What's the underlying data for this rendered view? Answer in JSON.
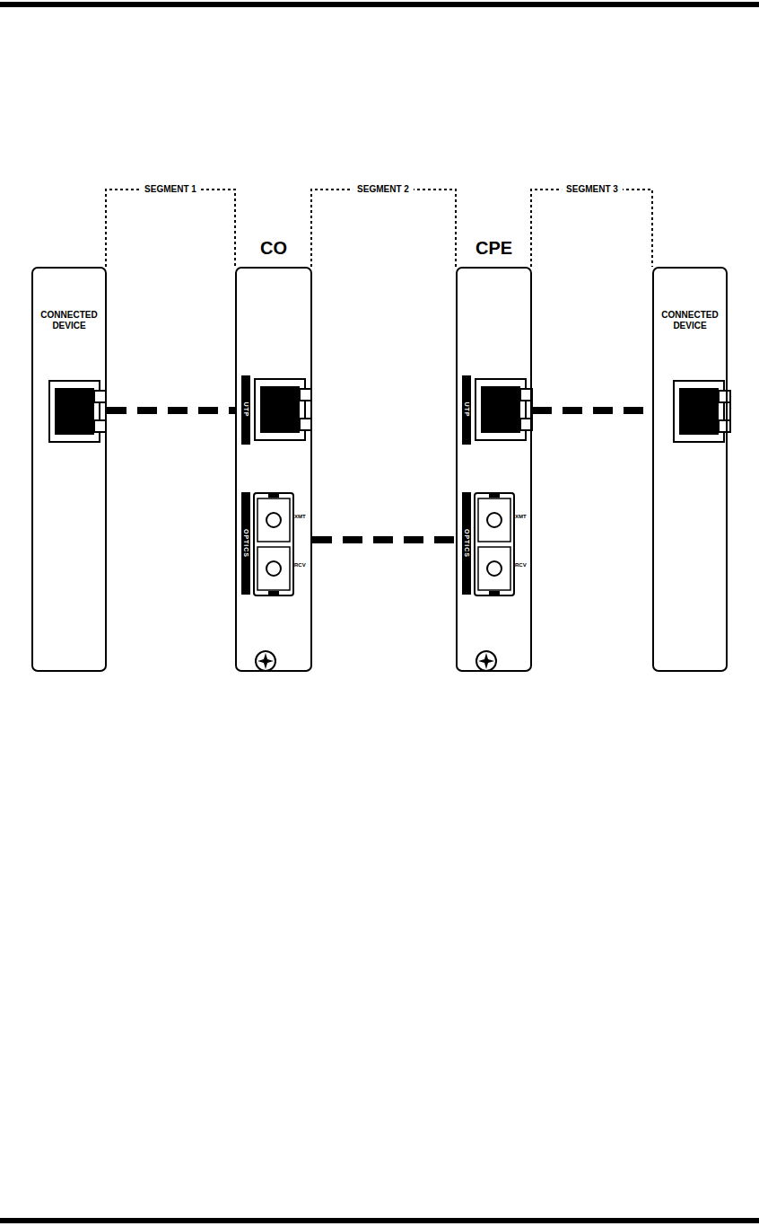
{
  "diagram": {
    "nodes": [
      {
        "text": [
          "CONNECTED DEVICE"
        ]
      },
      {
        "text": [
          "CO"
        ]
      },
      {
        "text": [
          "CPE"
        ]
      },
      {
        "text": [
          "CONNECTED DEVICE"
        ]
      }
    ],
    "edges": [
      {
        "from": 0,
        "to": 1,
        "arrow": "none"
      },
      {
        "from": 1,
        "to": 2,
        "arrow": "none"
      },
      {
        "from": 2,
        "to": 3,
        "arrow": "none"
      }
    ],
    "labels": [
      "SEGMENT 1",
      "SEGMENT 2",
      "SEGMENT 3",
      "UTP",
      "OPTICS",
      "XMT",
      "RCV",
      "UTP",
      "OPTICS",
      "XMT",
      "RCV"
    ]
  }
}
